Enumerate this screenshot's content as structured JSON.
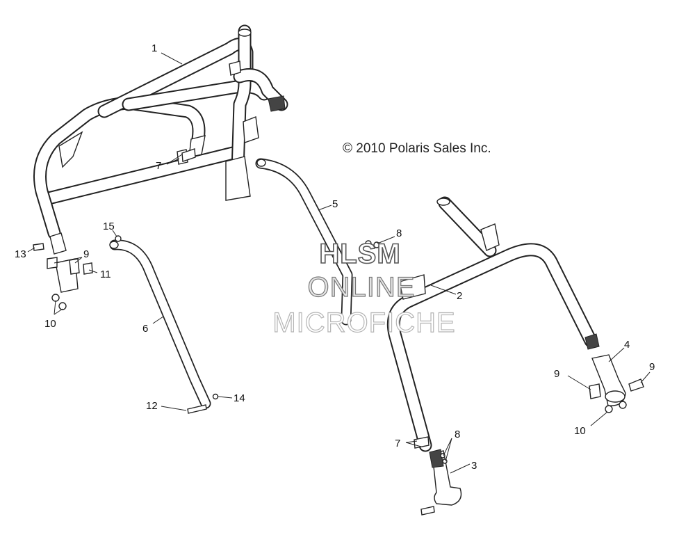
{
  "copyright": "© 2010 Polaris Sales Inc.",
  "watermark": {
    "line1": "HLSM",
    "line2": "ONLINE",
    "line3": "MICROFICHE"
  },
  "callouts": [
    {
      "id": "c1",
      "label": "1"
    },
    {
      "id": "c2",
      "label": "2"
    },
    {
      "id": "c3",
      "label": "3"
    },
    {
      "id": "c4",
      "label": "4"
    },
    {
      "id": "c5",
      "label": "5"
    },
    {
      "id": "c6",
      "label": "6"
    },
    {
      "id": "c7a",
      "label": "7"
    },
    {
      "id": "c7b",
      "label": "7"
    },
    {
      "id": "c8a",
      "label": "8"
    },
    {
      "id": "c8b",
      "label": "8"
    },
    {
      "id": "c9a",
      "label": "9"
    },
    {
      "id": "c9b",
      "label": "9"
    },
    {
      "id": "c9c",
      "label": "9"
    },
    {
      "id": "c10a",
      "label": "10"
    },
    {
      "id": "c10b",
      "label": "10"
    },
    {
      "id": "c11",
      "label": "11"
    },
    {
      "id": "c12",
      "label": "12"
    },
    {
      "id": "c13",
      "label": "13"
    },
    {
      "id": "c14",
      "label": "14"
    },
    {
      "id": "c15",
      "label": "15"
    }
  ]
}
